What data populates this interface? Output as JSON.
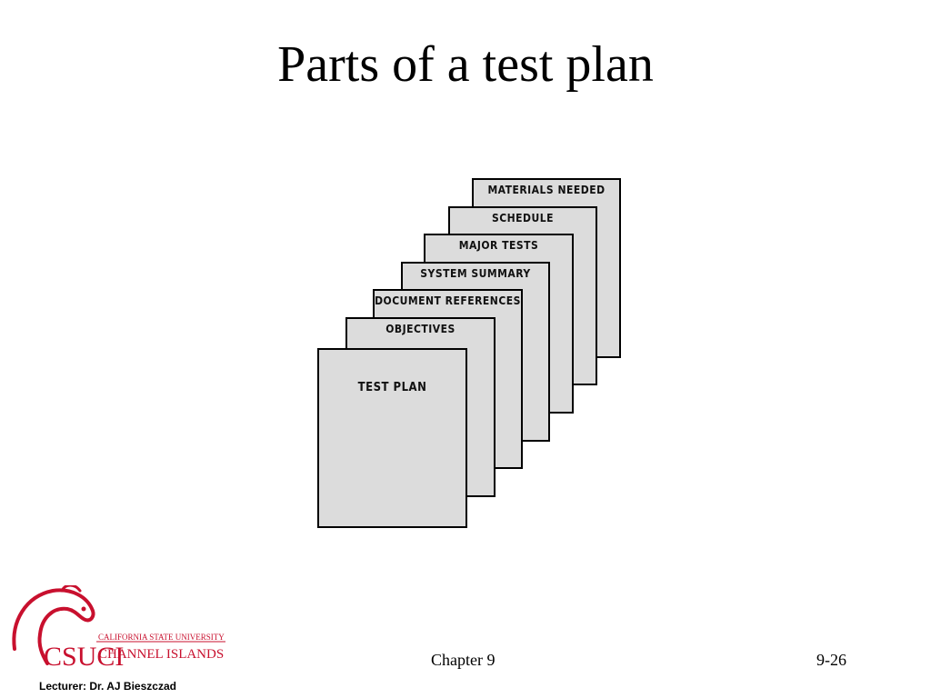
{
  "slide": {
    "title": "Parts of a test plan"
  },
  "diagram": {
    "sheets": [
      "MATERIALS NEEDED",
      "SCHEDULE",
      "MAJOR TESTS",
      "SYSTEM SUMMARY",
      "DOCUMENT REFERENCES",
      "OBJECTIVES",
      "TEST PLAN"
    ]
  },
  "footer": {
    "chapter": "Chapter 9",
    "page": "9-26",
    "lecturer": "Lecturer: Dr. AJ Bieszczad"
  },
  "logo": {
    "university_line1": "CALIFORNIA STATE UNIVERSITY",
    "university_line2": "CHANNEL ISLANDS",
    "letters": "CSUCI",
    "color": "#c8102e"
  }
}
